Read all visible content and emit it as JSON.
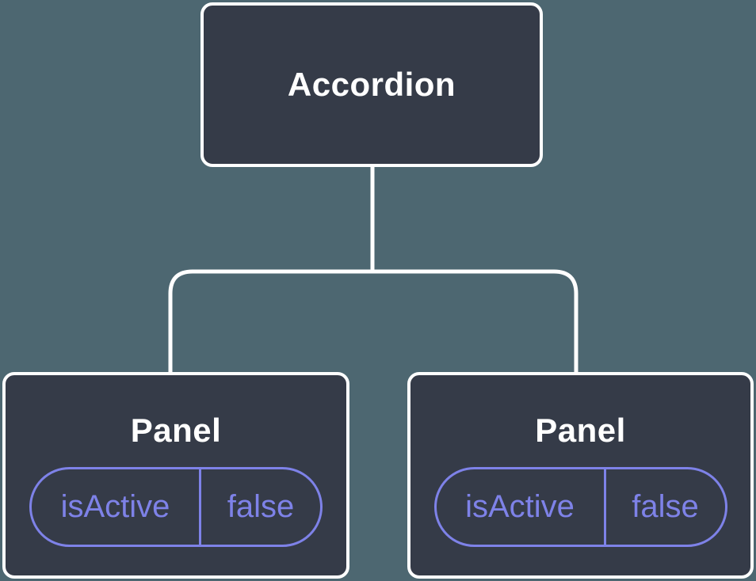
{
  "tree": {
    "root": {
      "label": "Accordion"
    },
    "children": [
      {
        "label": "Panel",
        "state": {
          "name": "isActive",
          "value": "false"
        }
      },
      {
        "label": "Panel",
        "state": {
          "name": "isActive",
          "value": "false"
        }
      }
    ]
  },
  "colors": {
    "canvas_bg": "#4d6771",
    "node_bg": "#353b48",
    "node_border": "#ffffff",
    "node_text": "#ffffff",
    "connector": "#ffffff",
    "accent": "#7e82e8"
  }
}
